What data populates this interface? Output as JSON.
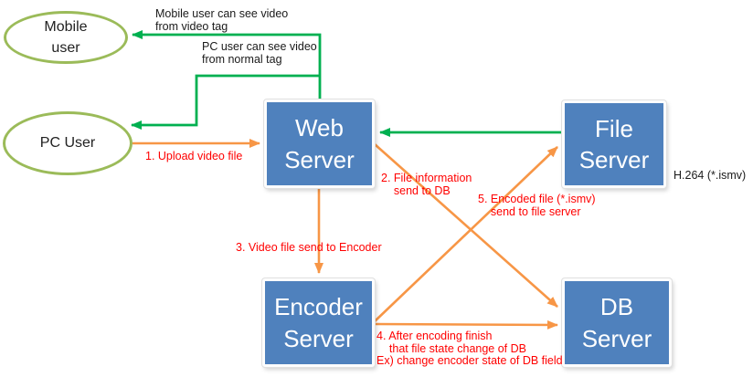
{
  "colors": {
    "box_blue": "#4f81bd",
    "ellipse_green": "#9bbb59",
    "arrow_green": "#00b050",
    "arrow_orange": "#f79646",
    "label_red": "#ff0000",
    "label_black": "#1a1a1a"
  },
  "nodes": {
    "mobile_user": {
      "label": "Mobile\nuser"
    },
    "pc_user": {
      "label": "PC User"
    },
    "web_server": {
      "label": "Web\nServer"
    },
    "file_server": {
      "label": "File\nServer"
    },
    "encoder_server": {
      "label": "Encoder\nServer"
    },
    "db_server": {
      "label": "DB\nServer"
    }
  },
  "annotations": {
    "mobile_video_tag": "Mobile user can see video\nfrom video tag",
    "pc_normal_tag": "PC user can see video\nfrom normal tag",
    "h264": "H.264 (*.ismv)"
  },
  "steps": {
    "step1": "1. Upload video file",
    "step2": "2. File information\n    send to DB",
    "step3": "3. Video file send to Encoder",
    "step4": "4. After encoding finish\n    that file state change of DB\nEx) change encoder state of DB field",
    "step5": "5. Encoded file (*.ismv)\n    send to file server"
  },
  "edges": [
    {
      "from": "web_server",
      "to": "mobile_user",
      "color": "green",
      "note": "mobile_video_tag"
    },
    {
      "from": "web_server",
      "to": "pc_user",
      "color": "green",
      "note": "pc_normal_tag"
    },
    {
      "from": "file_server",
      "to": "web_server",
      "color": "green"
    },
    {
      "from": "pc_user",
      "to": "web_server",
      "color": "orange",
      "step": "step1"
    },
    {
      "from": "web_server",
      "to": "db_server",
      "color": "orange",
      "step": "step2"
    },
    {
      "from": "web_server",
      "to": "encoder_server",
      "color": "orange",
      "step": "step3"
    },
    {
      "from": "encoder_server",
      "to": "db_server",
      "color": "orange",
      "step": "step4"
    },
    {
      "from": "encoder_server",
      "to": "file_server",
      "color": "orange",
      "step": "step5"
    }
  ]
}
